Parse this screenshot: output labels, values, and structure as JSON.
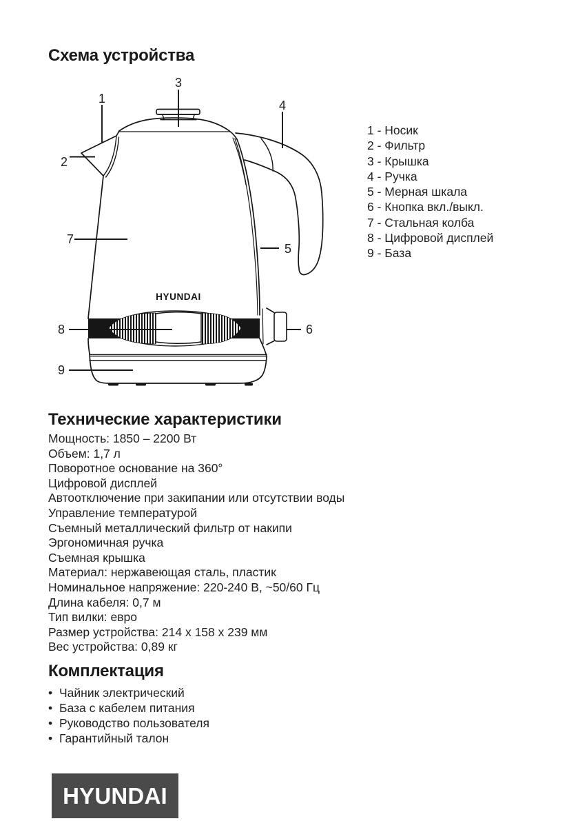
{
  "scheme": {
    "title": "Схема устройства",
    "callouts": [
      "1",
      "2",
      "3",
      "4",
      "5",
      "6",
      "7",
      "8",
      "9"
    ],
    "legend": [
      "1 - Носик",
      "2 - Фильтр",
      "3 - Крышка",
      "4 - Ручка",
      "5 - Мерная шкала",
      "6 - Кнопка вкл./выкл.",
      "7 - Стальная колба",
      "8 - Цифровой дисплей",
      "9 - База"
    ],
    "device_brand_label": "HYUNDAI"
  },
  "specs": {
    "title": "Технические характеристики",
    "items": [
      "Мощность: 1850 – 2200 Вт",
      "Объем: 1,7 л",
      "Поворотное основание на 360°",
      "Цифровой дисплей",
      "Автоотключение при закипании или отсутствии воды",
      "Управление температурой",
      "Съемный металлический фильтр от накипи",
      "Эргономичная ручка",
      "Съемная крышка",
      "Материал: нержавеющая сталь, пластик",
      "Номинальное напряжение: 220-240 В, ~50/60 Гц",
      "Длина кабеля: 0,7 м",
      "Тип вилки: евро",
      "Размер устройства: 214 х 158 х 239 мм",
      "Вес устройства: 0,89 кг"
    ]
  },
  "package": {
    "title": "Комплектация",
    "bullet": "•",
    "items": [
      "Чайник электрический",
      "База с кабелем питания",
      "Руководство пользователя",
      "Гарантийный талон"
    ]
  },
  "footer": {
    "logo_text": "HYUNDAI"
  },
  "colors": {
    "text": "#1d1d1d",
    "line_art": "#161616",
    "logo_bg": "#4a4a4b"
  }
}
